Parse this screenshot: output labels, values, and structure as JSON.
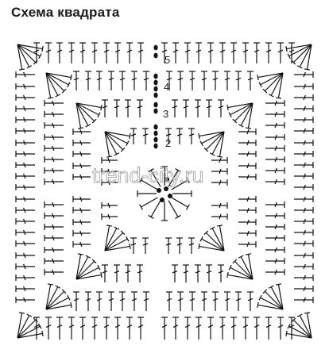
{
  "title": "Схема квадрата",
  "row_labels": [
    "2",
    "3",
    "4",
    "5"
  ],
  "watermark": "trend-city.ru",
  "colors": {
    "ink": "#111111",
    "background": "#ffffff"
  }
}
